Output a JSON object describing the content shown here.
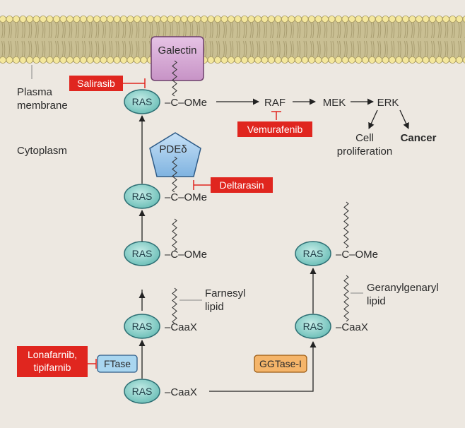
{
  "labels": {
    "plasma_membrane_1": "Plasma",
    "plasma_membrane_2": "membrane",
    "cytoplasm": "Cytoplasm",
    "farnesyl_1": "Farnesyl",
    "farnesyl_2": "lipid",
    "geranyl_1": "Geranylgenaryl",
    "geranyl_2": "lipid",
    "cell_prolif_1": "Cell",
    "cell_prolif_2": "proliferation",
    "cancer": "Cancer"
  },
  "proteins": {
    "galectin": "Galectin",
    "pde": "PDEδ",
    "ftase": "FTase",
    "ggtase": "GGTase-I"
  },
  "ras": {
    "label": "RAS",
    "c_ome": "–C–OMe",
    "caax": "–CaaX"
  },
  "pathway": {
    "raf": "RAF",
    "mek": "MEK",
    "erk": "ERK"
  },
  "drugs": {
    "salirasib": "Salirasib",
    "vemurafenib": "Vemurafenib",
    "deltarasin": "Deltarasin",
    "lonafarnib_1": "Lonafarnib,",
    "lonafarnib_2": "tipifarnib"
  },
  "colors": {
    "background": "#ede8e1",
    "ras_fill": "#8ed3cc",
    "ras_stroke": "#2d6f74",
    "drug_red": "#e0261f",
    "galectin_fill": "#d7a9d6",
    "pde_fill": "#9fc9ec",
    "ftase_fill": "#a9d6f0",
    "ggtase_fill": "#f5b56a",
    "membrane_head": "#f4e79d",
    "membrane_tail": "#b8ad80"
  }
}
